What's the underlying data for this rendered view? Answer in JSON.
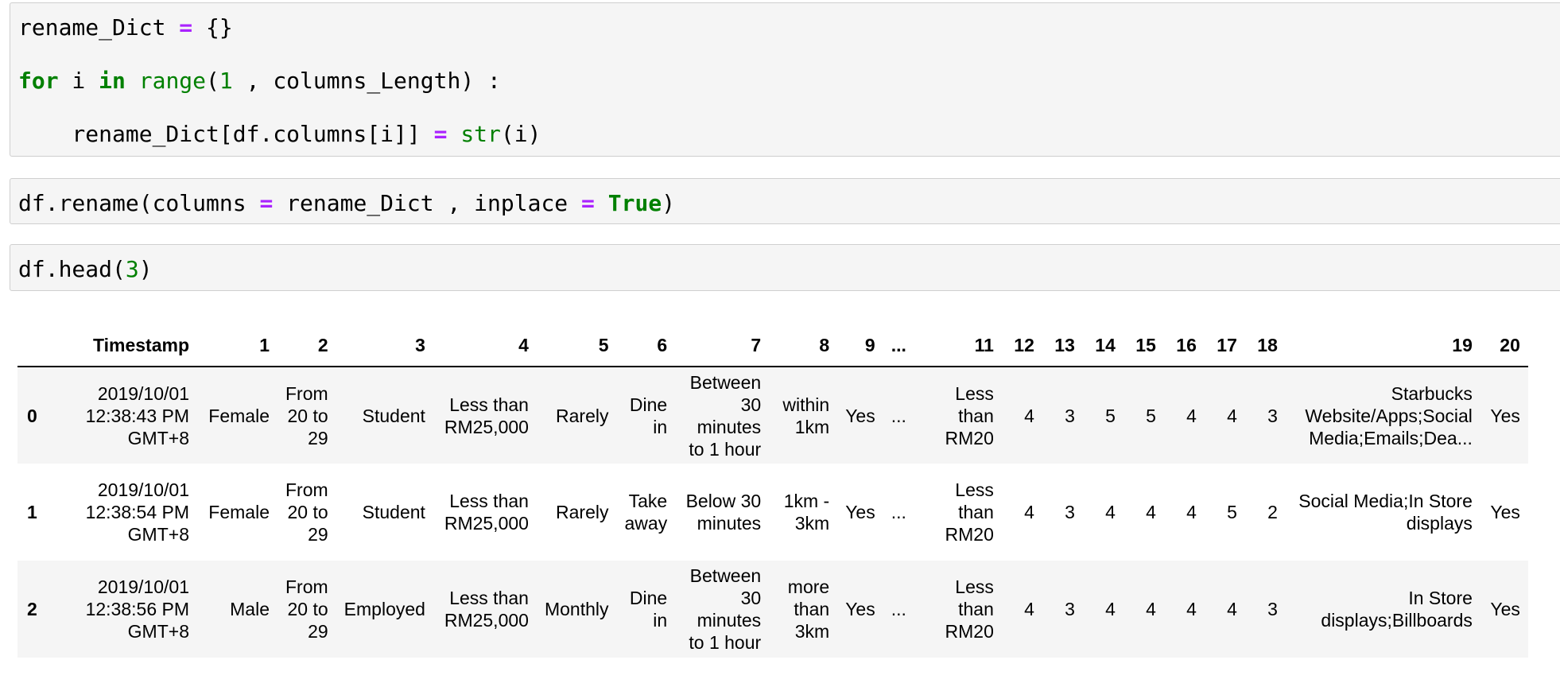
{
  "cells": [
    {
      "lines": [
        [
          [
            "plain",
            "rename_Dict "
          ],
          [
            "op",
            "="
          ],
          [
            "plain",
            " {}"
          ]
        ],
        [],
        [
          [
            "kw",
            "for"
          ],
          [
            "plain",
            " i "
          ],
          [
            "kw",
            "in"
          ],
          [
            "plain",
            " "
          ],
          [
            "bi",
            "range"
          ],
          [
            "plain",
            "("
          ],
          [
            "num",
            "1"
          ],
          [
            "plain",
            " , columns_Length) :"
          ]
        ],
        [],
        [
          [
            "plain",
            "    rename_Dict[df.columns[i]] "
          ],
          [
            "op",
            "="
          ],
          [
            "plain",
            " "
          ],
          [
            "bi",
            "str"
          ],
          [
            "plain",
            "(i)"
          ]
        ]
      ]
    },
    {
      "lines": [
        [
          [
            "plain",
            "df.rename(columns "
          ],
          [
            "op",
            "="
          ],
          [
            "plain",
            " rename_Dict , inplace "
          ],
          [
            "op",
            "="
          ],
          [
            "plain",
            " "
          ],
          [
            "kw",
            "True"
          ],
          [
            "plain",
            ")"
          ]
        ]
      ]
    },
    {
      "lines": [
        [
          [
            "plain",
            "df.head("
          ],
          [
            "num",
            "3"
          ],
          [
            "plain",
            ")"
          ]
        ]
      ]
    }
  ],
  "table": {
    "columns": [
      "",
      "Timestamp",
      "1",
      "2",
      "3",
      "4",
      "5",
      "6",
      "7",
      "8",
      "9",
      "...",
      "11",
      "12",
      "13",
      "14",
      "15",
      "16",
      "17",
      "18",
      "19",
      "20"
    ],
    "rows": [
      [
        "0",
        "2019/10/01 12:38:43 PM GMT+8",
        "Female",
        "From 20 to 29",
        "Student",
        "Less than RM25,000",
        "Rarely",
        "Dine in",
        "Between 30 minutes to 1 hour",
        "within 1km",
        "Yes",
        "...",
        "Less than RM20",
        "4",
        "3",
        "5",
        "5",
        "4",
        "4",
        "3",
        "Starbucks Website/Apps;Social Media;Emails;Dea...",
        "Yes"
      ],
      [
        "1",
        "2019/10/01 12:38:54 PM GMT+8",
        "Female",
        "From 20 to 29",
        "Student",
        "Less than RM25,000",
        "Rarely",
        "Take away",
        "Below 30 minutes",
        "1km - 3km",
        "Yes",
        "...",
        "Less than RM20",
        "4",
        "3",
        "4",
        "4",
        "4",
        "5",
        "2",
        "Social Media;In Store displays",
        "Yes"
      ],
      [
        "2",
        "2019/10/01 12:38:56 PM GMT+8",
        "Male",
        "From 20 to 29",
        "Employed",
        "Less than RM25,000",
        "Monthly",
        "Dine in",
        "Between 30 minutes to 1 hour",
        "more than 3km",
        "Yes",
        "...",
        "Less than RM20",
        "4",
        "3",
        "4",
        "4",
        "4",
        "4",
        "3",
        "In Store displays;Billboards",
        "Yes"
      ]
    ]
  }
}
